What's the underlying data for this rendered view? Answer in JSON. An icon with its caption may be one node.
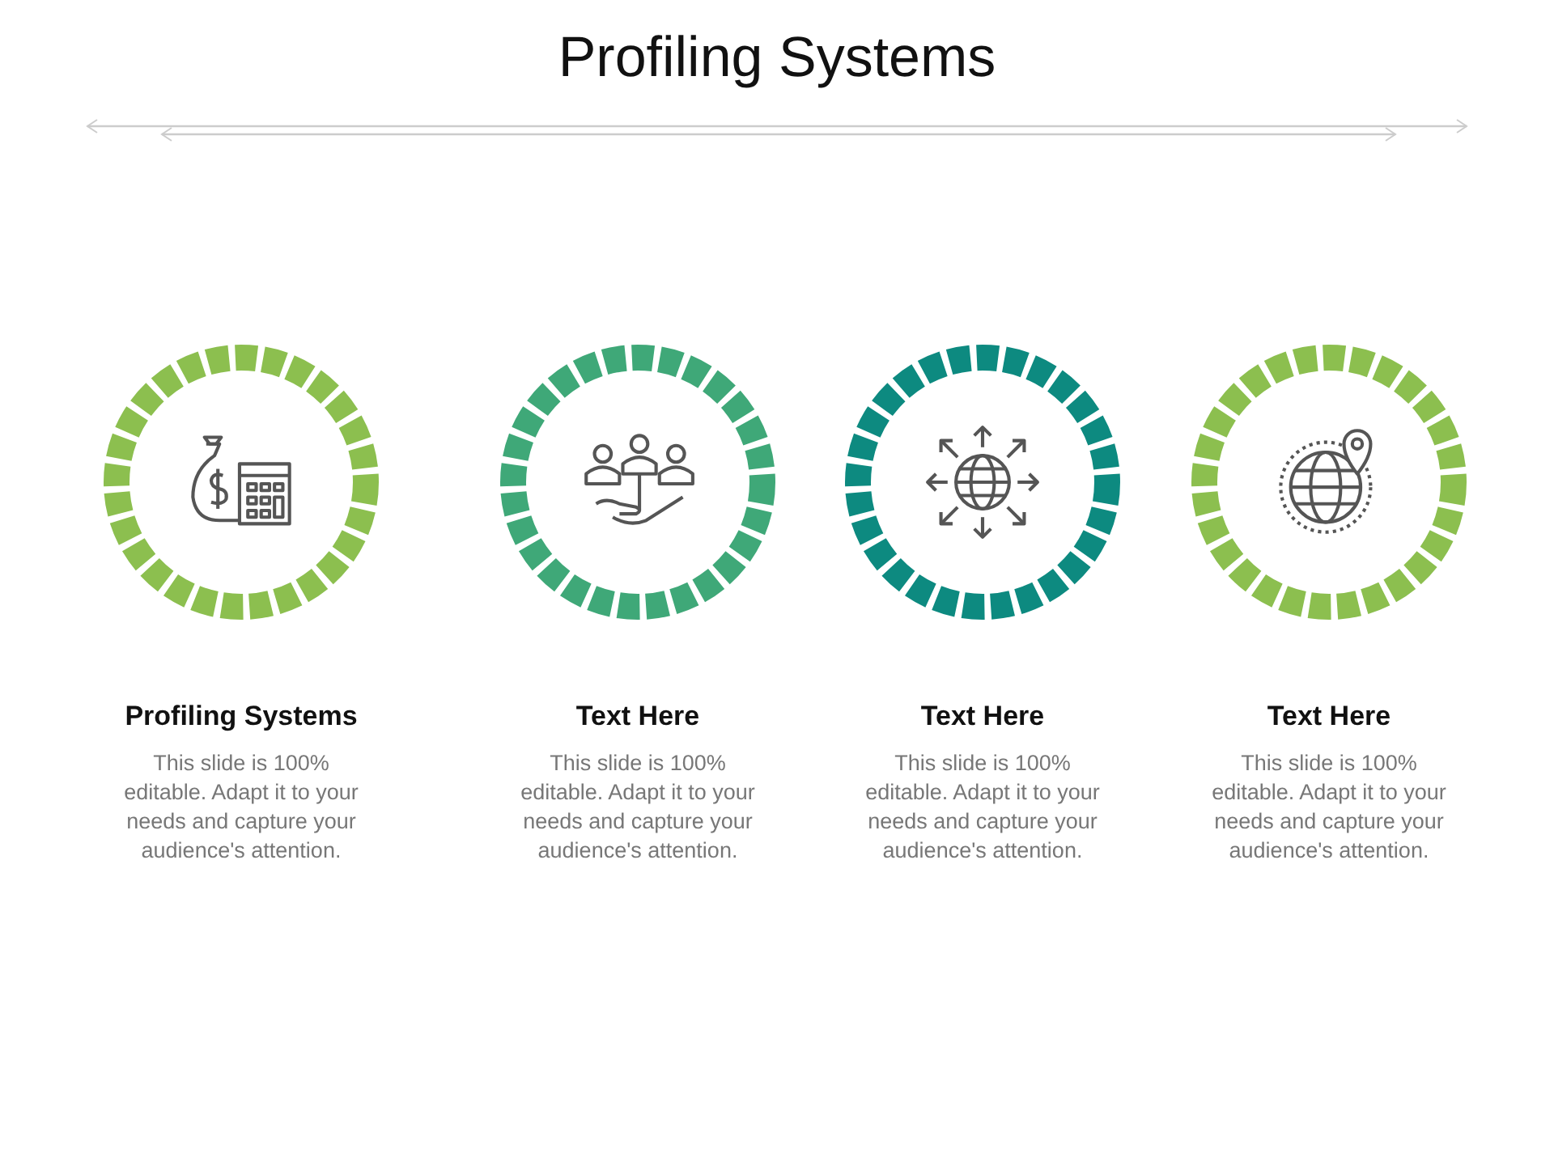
{
  "diagram": {
    "title": "Profiling Systems",
    "nodes": [
      {
        "text": [
          "Profiling Systems"
        ]
      },
      {
        "text": [
          "Text Here"
        ]
      },
      {
        "text": [
          "Text Here"
        ]
      },
      {
        "text": [
          "Text Here"
        ]
      }
    ],
    "labels": [
      "This slide is 100% editable. Adapt it to your needs and capture your audience's attention.",
      "This slide is 100% editable. Adapt it to your needs and capture your audience's attention.",
      "This slide is 100% editable. Adapt it to your needs and capture your audience's attention.",
      "This slide is 100% editable. Adapt it to your needs and capture your audience's attention."
    ]
  }
}
